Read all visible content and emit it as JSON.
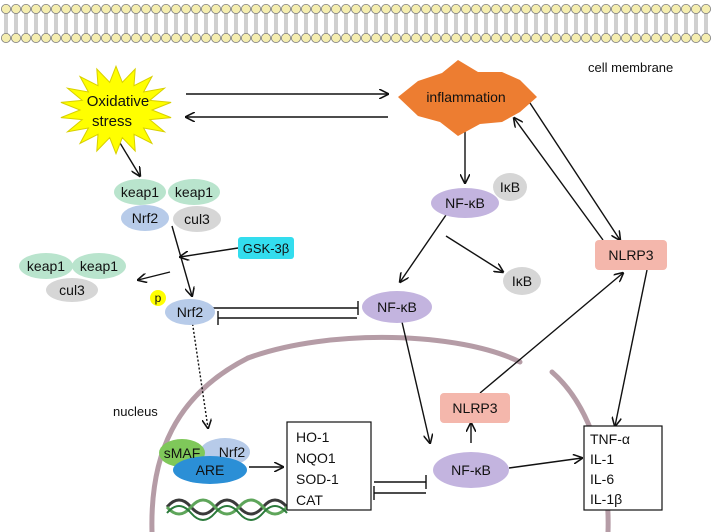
{
  "membrane": {
    "label": "cell membrane"
  },
  "oxidative_stress": {
    "line1": "Oxidative",
    "line2": "stress"
  },
  "inflammation": {
    "label": "inflammation"
  },
  "keap_complex": {
    "keap1_a": "keap1",
    "keap1_b": "keap1",
    "nrf2": "Nrf2",
    "cul3": "cul3"
  },
  "gsk3b": {
    "label": "GSK-3β"
  },
  "keap_released": {
    "keap1_a": "keap1",
    "keap1_b": "keap1",
    "cul3": "cul3"
  },
  "phospho": {
    "label": "p"
  },
  "nrf2_free": {
    "label": "Nrf2"
  },
  "nfkb_complex": {
    "nfkb": "NF-κB",
    "ikb": "IκB"
  },
  "ikb_free": {
    "label": "IκB"
  },
  "nfkb_free": {
    "label": "NF-κB"
  },
  "nlrp3_cyto": {
    "label": "NLRP3"
  },
  "nucleus": {
    "label": "nucleus"
  },
  "are_complex": {
    "smaf": "sMAF",
    "nrf2": "Nrf2",
    "are": "ARE"
  },
  "antioxidant_genes": {
    "items": [
      "HO-1",
      "NQO1",
      "SOD-1",
      "CAT"
    ]
  },
  "nlrp3_nuclear": {
    "label": "NLRP3"
  },
  "nfkb_nuclear": {
    "label": "NF-κB"
  },
  "cytokines": {
    "items": [
      "TNF-α",
      "IL-1",
      "IL-6",
      "IL-1β"
    ]
  },
  "colors": {
    "membrane_head": "#f5eeb0",
    "starburst": "#ffff00",
    "inflammation": "#ed7d31",
    "keap1": "#b9e4cd",
    "nrf2": "#b7cbe9",
    "cul3": "#d6d6d6",
    "gsk3b": "#33ddee",
    "phospho": "#ffff00",
    "nfkb": "#c3b4df",
    "nlrp3": "#f4b7ac",
    "smaf": "#7fc85a",
    "are": "#2b8fd6",
    "nucleus_envelope": "#b59ca6"
  }
}
